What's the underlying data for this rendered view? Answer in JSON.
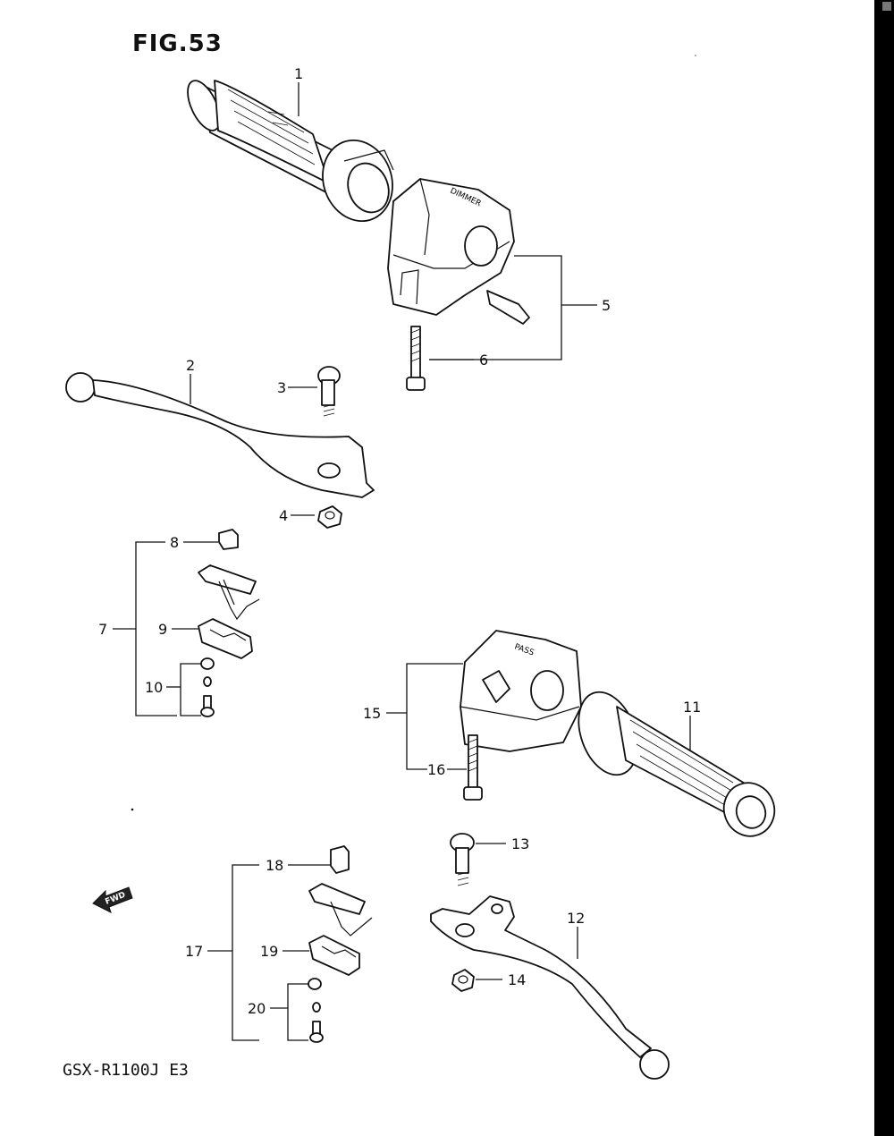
{
  "figure": {
    "title": "FIG.53",
    "model_code": "GSX-R1100J  E3",
    "fwd_arrow_label": "FWD"
  },
  "parts": [
    {
      "id": "1",
      "label": "1"
    },
    {
      "id": "2",
      "label": "2"
    },
    {
      "id": "3",
      "label": "3"
    },
    {
      "id": "4",
      "label": "4"
    },
    {
      "id": "5",
      "label": "5"
    },
    {
      "id": "6",
      "label": "6"
    },
    {
      "id": "7",
      "label": "7"
    },
    {
      "id": "8",
      "label": "8"
    },
    {
      "id": "9",
      "label": "9"
    },
    {
      "id": "10",
      "label": "10"
    },
    {
      "id": "11",
      "label": "11"
    },
    {
      "id": "12",
      "label": "12"
    },
    {
      "id": "13",
      "label": "13"
    },
    {
      "id": "14",
      "label": "14"
    },
    {
      "id": "15",
      "label": "15"
    },
    {
      "id": "16",
      "label": "16"
    },
    {
      "id": "17",
      "label": "17"
    },
    {
      "id": "18",
      "label": "18"
    },
    {
      "id": "19",
      "label": "19"
    },
    {
      "id": "20",
      "label": "20"
    }
  ]
}
